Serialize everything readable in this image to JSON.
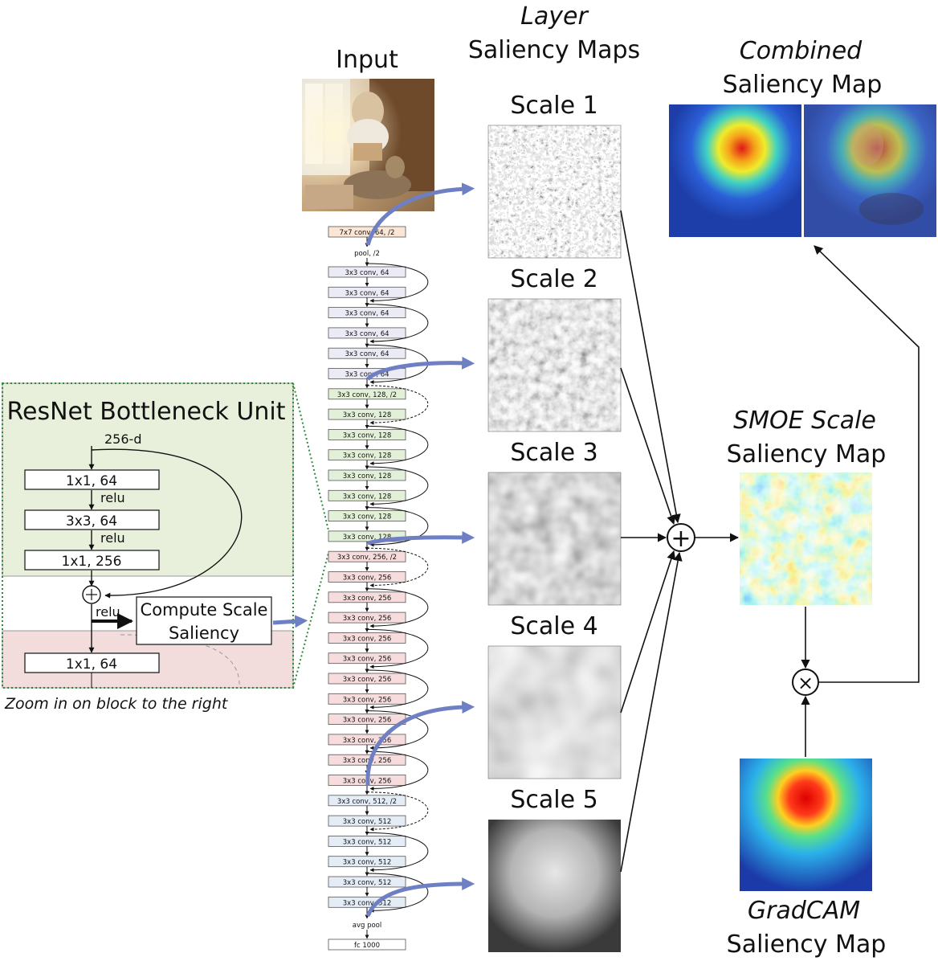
{
  "headers": {
    "input": "Input",
    "layer_line1": "Layer",
    "layer_line2": "Saliency  Maps",
    "combined_line1": "Combined",
    "combined_line2": "Saliency  Map",
    "smoe_line1": "SMOE Scale",
    "smoe_line2": "Saliency  Map",
    "gradcam_line1": "GradCAM",
    "gradcam_line2": "Saliency  Map"
  },
  "scales": [
    "Scale 1",
    "Scale 2",
    "Scale 3",
    "Scale 4",
    "Scale 5"
  ],
  "bottleneck": {
    "title": "ResNet Bottleneck Unit",
    "input_dim": "256-d",
    "layer1": "1x1, 64",
    "layer2": "3x3, 64",
    "layer3": "1x1, 256",
    "relu": "relu",
    "next_layer": "1x1, 64",
    "compute_line1": "Compute Scale",
    "compute_line2": "Saliency",
    "zoom_caption": "Zoom in on block to the right"
  },
  "operators": {
    "sum": "+",
    "product": "×"
  },
  "network": {
    "top_layers": [
      {
        "label": "7x7 conv, 64, /2",
        "color": "#fbe6d6"
      },
      {
        "label": "pool, /2",
        "color": "none"
      }
    ],
    "groups": [
      {
        "color": "#ebebf5",
        "layers": [
          "3x3 conv, 64",
          "3x3 conv, 64",
          "3x3 conv, 64",
          "3x3 conv, 64",
          "3x3 conv, 64",
          "3x3 conv, 64"
        ]
      },
      {
        "color": "#e3f0d8",
        "layers": [
          "3x3 conv, 128, /2",
          "3x3 conv, 128",
          "3x3 conv, 128",
          "3x3 conv, 128",
          "3x3 conv, 128",
          "3x3 conv, 128",
          "3x3 conv, 128",
          "3x3 conv, 128"
        ]
      },
      {
        "color": "#f6dcdc",
        "layers": [
          "3x3 conv, 256, /2",
          "3x3 conv, 256",
          "3x3 conv, 256",
          "3x3 conv, 256",
          "3x3 conv, 256",
          "3x3 conv, 256",
          "3x3 conv, 256",
          "3x3 conv, 256",
          "3x3 conv, 256",
          "3x3 conv, 256",
          "3x3 conv, 256",
          "3x3 conv, 256"
        ]
      },
      {
        "color": "#e4ecf6",
        "layers": [
          "3x3 conv, 512, /2",
          "3x3 conv, 512",
          "3x3 conv, 512",
          "3x3 conv, 512",
          "3x3 conv, 512",
          "3x3 conv, 512"
        ]
      }
    ],
    "bottom_layers": [
      {
        "label": "avg pool",
        "color": "none"
      },
      {
        "label": "fc 1000",
        "color": "#ffffff"
      }
    ]
  },
  "colors": {
    "accent_arrow": "#6f7fc4",
    "bottleneck_green": "#e8f0dc",
    "bottleneck_pink": "#f2dcdc",
    "dotted_border": "#2f8a3a"
  }
}
